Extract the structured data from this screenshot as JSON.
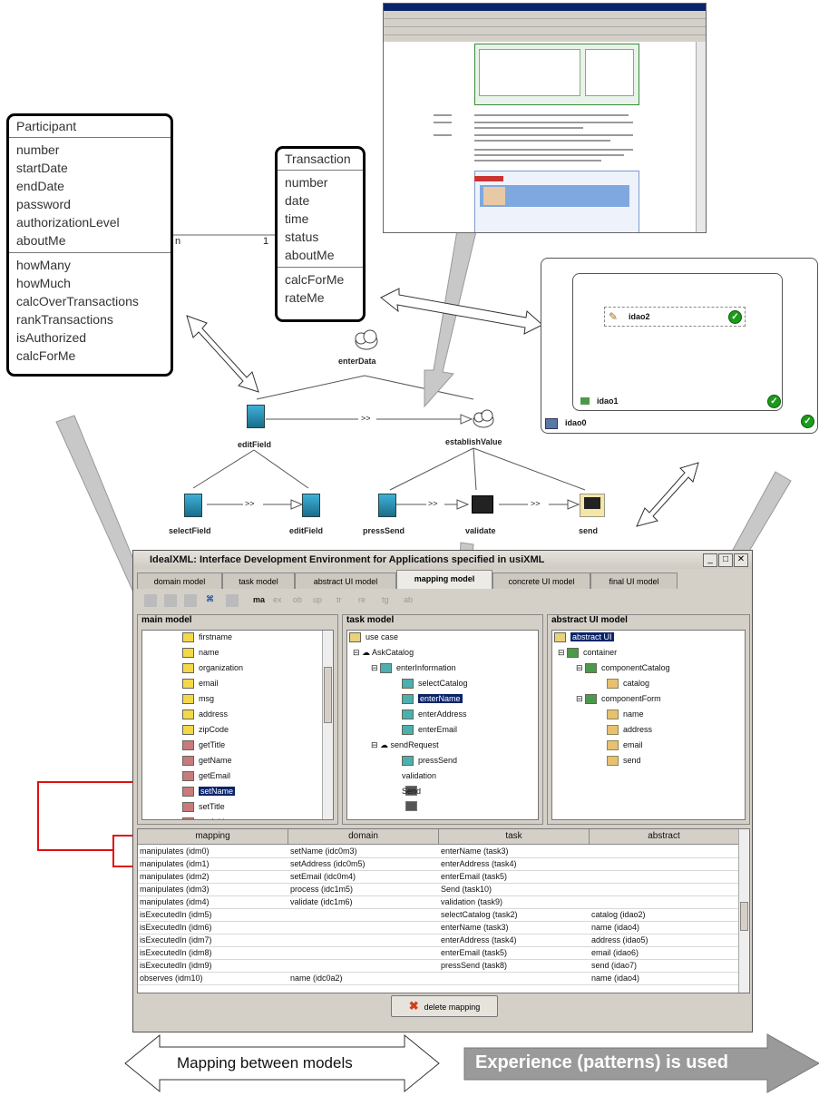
{
  "participant": {
    "title": "Participant",
    "attributes": [
      "number",
      "startDate",
      "endDate",
      "password",
      "authorizationLevel",
      "aboutMe"
    ],
    "methods": [
      "howMany",
      "howMuch",
      "calcOverTransactions",
      "rankTransactions",
      "isAuthorized",
      "calcForMe"
    ]
  },
  "transaction": {
    "title": "Transaction",
    "attributes": [
      "number",
      "date",
      "time",
      "status",
      "aboutMe"
    ],
    "methods": [
      "calcForMe",
      "rateMe"
    ]
  },
  "assoc": {
    "left": "n",
    "right": "1"
  },
  "task_tree": {
    "enter_data": "enterData",
    "edit_field": "editField",
    "establish_value": "establishValue",
    "select_field": "selectField",
    "edit_field2": "editField",
    "press_send": "pressSend",
    "validate": "validate",
    "send": "send",
    "op1": ">>",
    "op2": ">>",
    "op3": ">>",
    "op4": ">>"
  },
  "aui_preview": {
    "idao2": "idao2",
    "idao1": "idao1",
    "idao0": "idao0"
  },
  "window": {
    "title": "IdealXML: Interface Development Environment for Applications specified in usiXML",
    "tabs": [
      "domain model",
      "task model",
      "abstract UI model",
      "mapping model",
      "concrete UI model",
      "final UI model"
    ],
    "active_tab": "mapping model",
    "toolbar": [
      "ma",
      "ex",
      "ob",
      "up",
      "tr",
      "re",
      "tg",
      "ab"
    ]
  },
  "domain_panel": {
    "header": "main model",
    "items": [
      "firstname",
      "name",
      "organization",
      "email",
      "msg",
      "address",
      "zipCode",
      "getTitle",
      "getName",
      "getEmail",
      "setName",
      "setTitle",
      "getAddress"
    ],
    "selected": "setName"
  },
  "task_panel": {
    "header": "task model",
    "items": [
      "use case",
      "AskCatalog",
      "enterInformation",
      "selectCatalog",
      "enterName",
      "enterAddress",
      "enterEmail",
      "sendRequest",
      "pressSend",
      "validation",
      "Send"
    ],
    "selected": "enterName"
  },
  "aui_panel": {
    "header": "abstract UI model",
    "items": [
      "abstract UI",
      "container",
      "componentCatalog",
      "catalog",
      "componentForm",
      "name",
      "address",
      "email",
      "send"
    ]
  },
  "mapping_table": {
    "columns": [
      "mapping",
      "domain",
      "task",
      "abstract"
    ],
    "rows": [
      [
        "manipulates (idm0)",
        "setName (idc0m3)",
        "enterName (task3)",
        ""
      ],
      [
        "manipulates (idm1)",
        "setAddress (idc0m5)",
        "enterAddress (task4)",
        ""
      ],
      [
        "manipulates (idm2)",
        "setEmail (idc0m4)",
        "enterEmail (task5)",
        ""
      ],
      [
        "manipulates (idm3)",
        "process (idc1m5)",
        "Send (task10)",
        ""
      ],
      [
        "manipulates (idm4)",
        "validate (idc1m6)",
        "validation (task9)",
        ""
      ],
      [
        "isExecutedIn (idm5)",
        "",
        "selectCatalog (task2)",
        "catalog (idao2)"
      ],
      [
        "isExecutedIn (idm6)",
        "",
        "enterName (task3)",
        "name (idao4)"
      ],
      [
        "isExecutedIn (idm7)",
        "",
        "enterAddress (task4)",
        "address (idao5)"
      ],
      [
        "isExecutedIn (idm8)",
        "",
        "enterEmail (task5)",
        "email (idao6)"
      ],
      [
        "isExecutedIn (idm9)",
        "",
        "pressSend (task8)",
        "send (idao7)"
      ],
      [
        "observes (idm10)",
        "name (idc0a2)",
        "",
        "name (idao4)"
      ]
    ]
  },
  "delete_button": "delete mapping",
  "bottom": {
    "left": "Mapping between models",
    "right": "Experience (patterns) is used"
  },
  "colors": {
    "selection": "#0a246a",
    "highlight_red": "#e01010",
    "arrow_gray": "#bdbdbd",
    "check_green": "#1c9a1c"
  }
}
